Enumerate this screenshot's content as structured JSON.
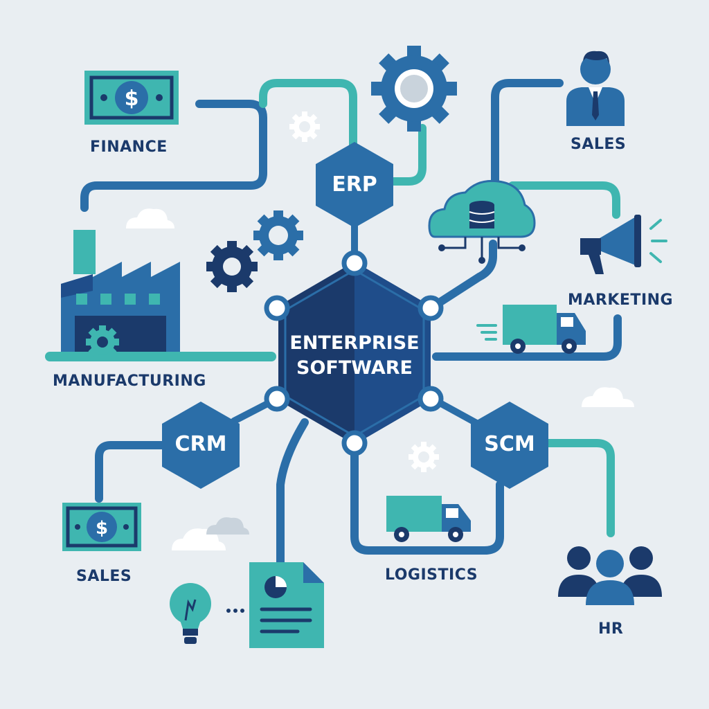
{
  "center": {
    "line1": "ENTERPRISE",
    "line2": "SOFTWARE"
  },
  "modules": {
    "erp": "ERP",
    "crm": "CRM",
    "scm": "SCM"
  },
  "labels": {
    "finance": "FINANCE",
    "sales_top": "SALES",
    "marketing": "MARKETING",
    "manufacturing": "MANUFACTURING",
    "sales_bottom": "SALES",
    "logistics": "LOGISTICS",
    "hr": "HR"
  },
  "icons": [
    "finance-money-icon",
    "gear-icon",
    "businessman-icon",
    "cloud-database-icon",
    "megaphone-icon",
    "truck-icon",
    "factory-icon",
    "money-icon",
    "document-chart-icon",
    "lightbulb-icon",
    "people-icon"
  ],
  "colors": {
    "dark_navy": "#1b3a6b",
    "blue": "#2b6ea8",
    "teal": "#3fb6b0",
    "background": "#e9eef2"
  }
}
